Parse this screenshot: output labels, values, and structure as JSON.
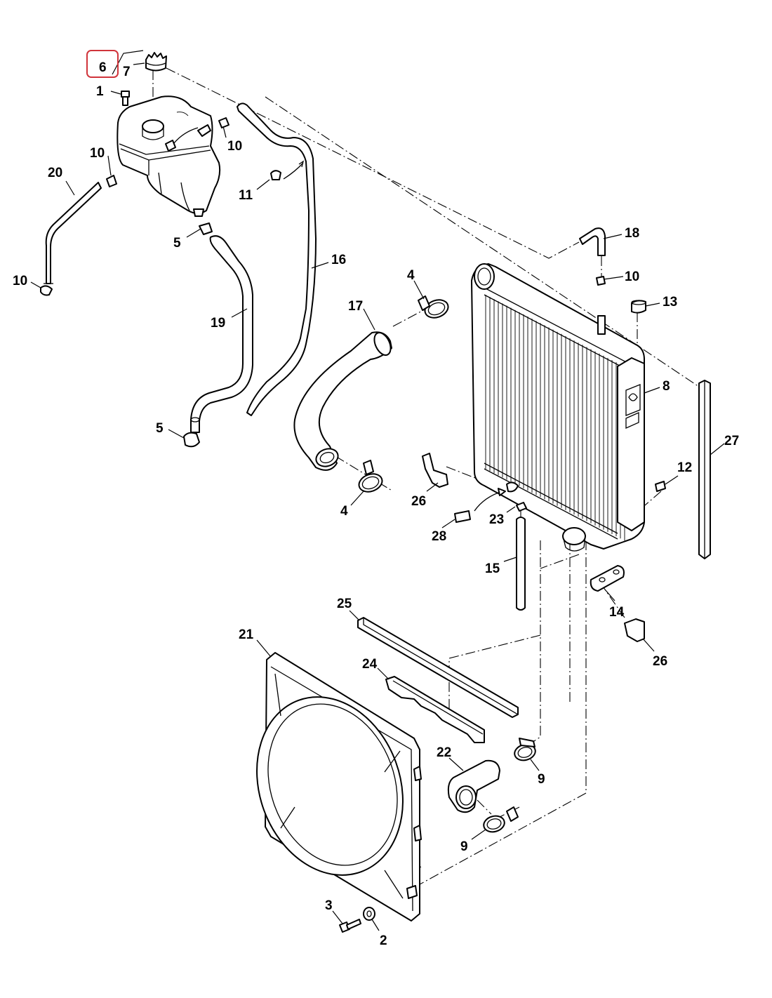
{
  "callouts": [
    {
      "n": "6",
      "highlighted": true
    },
    {
      "n": "7"
    },
    {
      "n": "1"
    },
    {
      "n": "10"
    },
    {
      "n": "10"
    },
    {
      "n": "20"
    },
    {
      "n": "11"
    },
    {
      "n": "5"
    },
    {
      "n": "10"
    },
    {
      "n": "16"
    },
    {
      "n": "19"
    },
    {
      "n": "17"
    },
    {
      "n": "4"
    },
    {
      "n": "18"
    },
    {
      "n": "10"
    },
    {
      "n": "13"
    },
    {
      "n": "8"
    },
    {
      "n": "5"
    },
    {
      "n": "27"
    },
    {
      "n": "26"
    },
    {
      "n": "4"
    },
    {
      "n": "12"
    },
    {
      "n": "23"
    },
    {
      "n": "28"
    },
    {
      "n": "15"
    },
    {
      "n": "14"
    },
    {
      "n": "25"
    },
    {
      "n": "21"
    },
    {
      "n": "24"
    },
    {
      "n": "26"
    },
    {
      "n": "22"
    },
    {
      "n": "9"
    },
    {
      "n": "9"
    },
    {
      "n": "3"
    },
    {
      "n": "2"
    }
  ],
  "colors": {
    "highlight": "#d0343b",
    "line": "#000000",
    "background": "#ffffff"
  }
}
